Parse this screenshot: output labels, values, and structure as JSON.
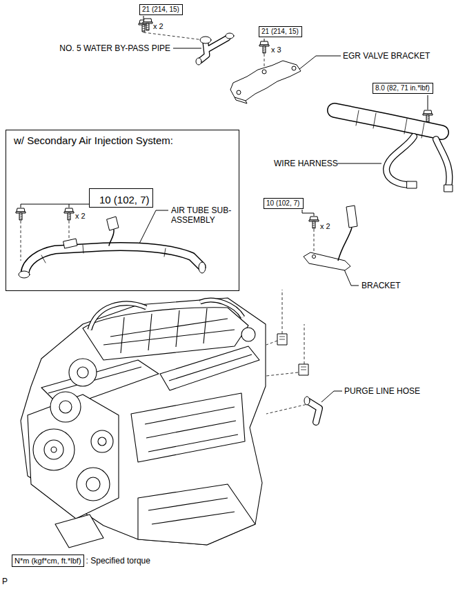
{
  "diagram": {
    "nodes": [
      {
        "text": [
          "21 (214, 15)"
        ]
      },
      {
        "text": [
          "21 (214, 15)"
        ]
      },
      {
        "text": [
          "8.0 (82, 71 in.*lbf)"
        ]
      },
      {
        "text": [
          "w/ Secondary Air Injection System:"
        ]
      },
      {
        "text": [
          "10 (102, 7)"
        ],
        "in": 3
      },
      {
        "text": [
          "10 (102, 7)"
        ]
      },
      {
        "text": [
          "N*m (kgf*cm, ft.*lbf)",
          ": Specified torque"
        ]
      }
    ],
    "labels": [
      "x 2",
      "NO. 5 WATER BY-PASS PIPE",
      "x 3",
      "EGR VALVE BRACKET",
      "WIRE HARNESS",
      "x 2",
      "AIR TUBE SUB-ASSEMBLY",
      "x 2",
      "BRACKET",
      "PURGE LINE HOSE",
      "P"
    ]
  }
}
